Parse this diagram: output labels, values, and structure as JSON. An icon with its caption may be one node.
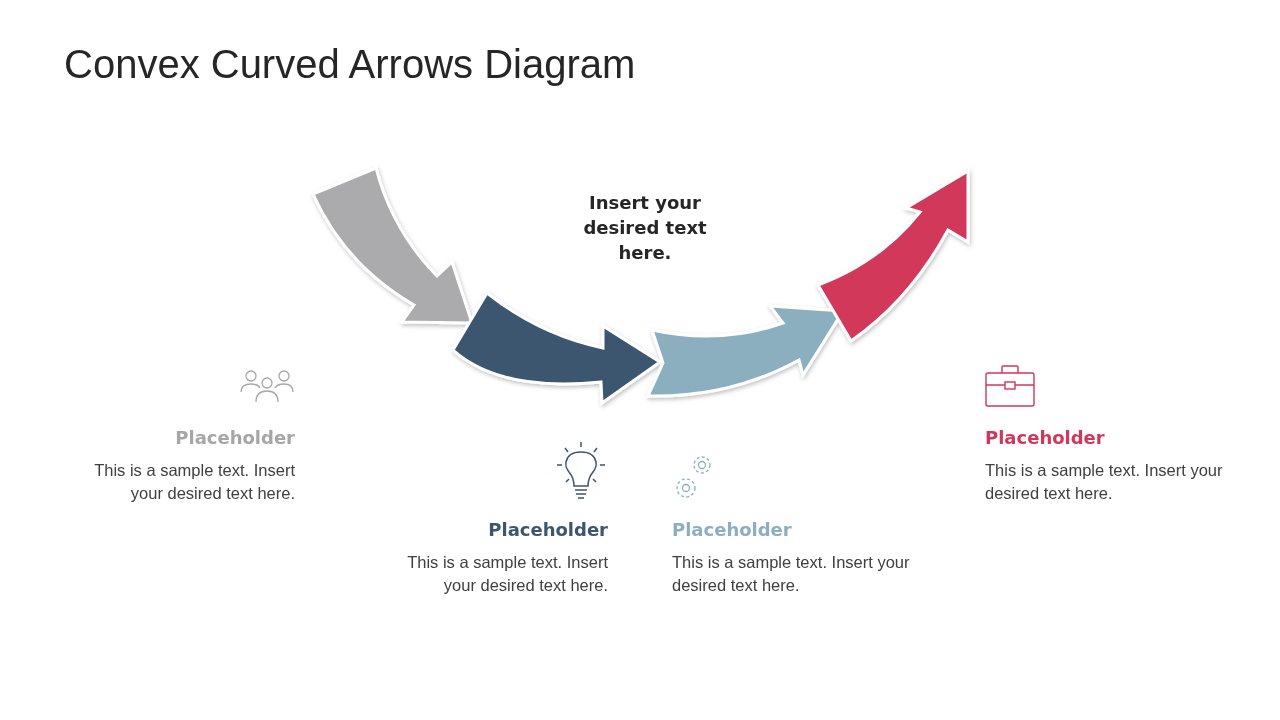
{
  "diagram": {
    "title": "Convex Curved Arrows Diagram",
    "labels": [
      "Insert your desired text here.",
      "Placeholder",
      "This is a sample text. Insert your desired text here.",
      "Placeholder",
      "This is a sample text. Insert your desired text here.",
      "Placeholder",
      "This is a sample text. Insert your desired text here.",
      "Placeholder",
      "This is a sample text. Insert your desired text here."
    ]
  }
}
